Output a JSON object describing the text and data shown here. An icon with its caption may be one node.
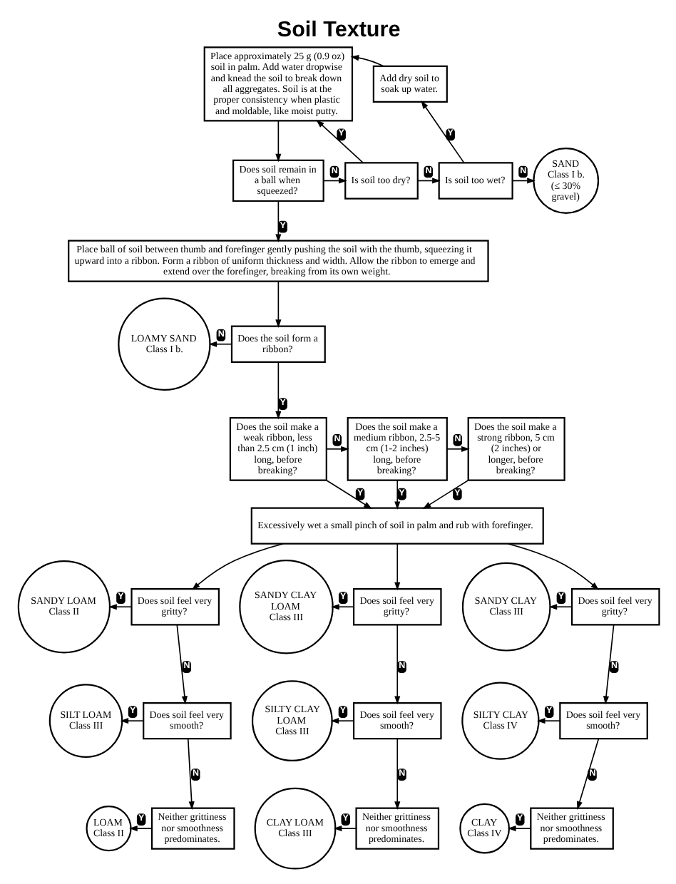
{
  "diagram": {
    "title": "Soil Texture",
    "nodes": [
      {
        "text": [
          "Place approximately 25 g (0.9 oz) soil in palm. Add water dropwise and knead the soil to break down all aggregates. Soil is at the proper consistency when plastic and moldable, like moist putty."
        ]
      },
      {
        "text": [
          "Add dry soil to soak up water."
        ]
      },
      {
        "text": [
          "Does soil remain in a ball when squeezed?"
        ]
      },
      {
        "text": [
          "Is soil too dry?"
        ]
      },
      {
        "text": [
          "Is soil too wet?"
        ]
      },
      {
        "text": [
          "SAND",
          "Class I b.",
          "(≤ 30% gravel)"
        ]
      },
      {
        "text": [
          "Place ball of soil between thumb and forefinger gently pushing the soil with the thumb, squeezing it upward into a ribbon. Form a ribbon of uniform thickness and width. Allow the ribbon to emerge and extend over the forefinger, breaking from its own weight."
        ]
      },
      {
        "text": [
          "LOAMY SAND",
          "Class I b."
        ]
      },
      {
        "text": [
          "Does the soil form a ribbon?"
        ]
      },
      {
        "text": [
          "Does the soil make a weak ribbon, less than 2.5 cm (1 inch) long, before breaking?"
        ]
      },
      {
        "text": [
          "Does the soil make a medium ribbon, 2.5-5 cm (1-2 inches) long, before breaking?"
        ]
      },
      {
        "text": [
          "Does the soil make a strong ribbon, 5 cm (2 inches) or longer, before breaking?"
        ]
      },
      {
        "text": [
          "Excessively wet a small pinch of soil in palm and rub with forefinger."
        ]
      },
      {
        "text": [
          "SANDY LOAM",
          "Class II"
        ]
      },
      {
        "text": [
          "Does soil feel very gritty?"
        ]
      },
      {
        "text": [
          "SANDY CLAY LOAM",
          "Class III"
        ]
      },
      {
        "text": [
          "Does soil feel very gritty?"
        ]
      },
      {
        "text": [
          "SANDY CLAY",
          "Class III"
        ]
      },
      {
        "text": [
          "Does soil feel very gritty?"
        ]
      },
      {
        "text": [
          "SILT LOAM",
          "Class III"
        ]
      },
      {
        "text": [
          "Does soil feel very smooth?"
        ]
      },
      {
        "text": [
          "SILTY CLAY LOAM",
          "Class III"
        ]
      },
      {
        "text": [
          "Does soil feel very smooth?"
        ]
      },
      {
        "text": [
          "SILTY CLAY",
          "Class IV"
        ]
      },
      {
        "text": [
          "Does soil feel very smooth?"
        ]
      },
      {
        "text": [
          "LOAM",
          "Class II"
        ]
      },
      {
        "text": [
          "Neither grittiness nor smoothness predominates."
        ]
      },
      {
        "text": [
          "CLAY LOAM",
          "Class III"
        ]
      },
      {
        "text": [
          "Neither grittiness nor smoothness predominates."
        ]
      },
      {
        "text": [
          "CLAY",
          "Class IV"
        ]
      },
      {
        "text": [
          "Neither grittiness nor smoothness predominates."
        ]
      }
    ],
    "edges": [
      {
        "from": 0,
        "to": 2,
        "arrow": "to"
      },
      {
        "from": 2,
        "to": 3,
        "label": "N",
        "arrow": "to"
      },
      {
        "from": 3,
        "to": 0,
        "label": "Y",
        "arrow": "to"
      },
      {
        "from": 3,
        "to": 4,
        "label": "N",
        "arrow": "to"
      },
      {
        "from": 4,
        "to": 1,
        "label": "Y",
        "arrow": "to"
      },
      {
        "from": 1,
        "to": 0,
        "arrow": "to"
      },
      {
        "from": 4,
        "to": 5,
        "label": "N",
        "arrow": "to"
      },
      {
        "from": 2,
        "to": 6,
        "label": "Y",
        "arrow": "to"
      },
      {
        "from": 6,
        "to": 8,
        "arrow": "to"
      },
      {
        "from": 8,
        "to": 7,
        "label": "N",
        "arrow": "to"
      },
      {
        "from": 8,
        "to": 9,
        "label": "Y",
        "arrow": "to"
      },
      {
        "from": 9,
        "to": 10,
        "label": "N",
        "arrow": "to"
      },
      {
        "from": 10,
        "to": 11,
        "label": "N",
        "arrow": "to"
      },
      {
        "from": 9,
        "to": 12,
        "label": "Y",
        "arrow": "to"
      },
      {
        "from": 10,
        "to": 12,
        "label": "Y",
        "arrow": "to"
      },
      {
        "from": 11,
        "to": 12,
        "label": "Y",
        "arrow": "to"
      },
      {
        "from": 12,
        "to": 14,
        "arrow": "to"
      },
      {
        "from": 12,
        "to": 16,
        "arrow": "to"
      },
      {
        "from": 12,
        "to": 18,
        "arrow": "to"
      },
      {
        "from": 14,
        "to": 13,
        "label": "Y",
        "arrow": "to"
      },
      {
        "from": 14,
        "to": 20,
        "label": "N",
        "arrow": "to"
      },
      {
        "from": 16,
        "to": 15,
        "label": "Y",
        "arrow": "to"
      },
      {
        "from": 16,
        "to": 22,
        "label": "N",
        "arrow": "to"
      },
      {
        "from": 18,
        "to": 17,
        "label": "Y",
        "arrow": "to"
      },
      {
        "from": 18,
        "to": 24,
        "label": "N",
        "arrow": "to"
      },
      {
        "from": 20,
        "to": 19,
        "label": "Y",
        "arrow": "to"
      },
      {
        "from": 20,
        "to": 26,
        "label": "N",
        "arrow": "to"
      },
      {
        "from": 22,
        "to": 21,
        "label": "Y",
        "arrow": "to"
      },
      {
        "from": 22,
        "to": 28,
        "label": "N",
        "arrow": "to"
      },
      {
        "from": 24,
        "to": 23,
        "label": "Y",
        "arrow": "to"
      },
      {
        "from": 24,
        "to": 30,
        "label": "N",
        "arrow": "to"
      },
      {
        "from": 26,
        "to": 25,
        "label": "Y",
        "arrow": "to"
      },
      {
        "from": 28,
        "to": 27,
        "label": "Y",
        "arrow": "to"
      },
      {
        "from": 30,
        "to": 29,
        "label": "Y",
        "arrow": "to"
      }
    ]
  }
}
